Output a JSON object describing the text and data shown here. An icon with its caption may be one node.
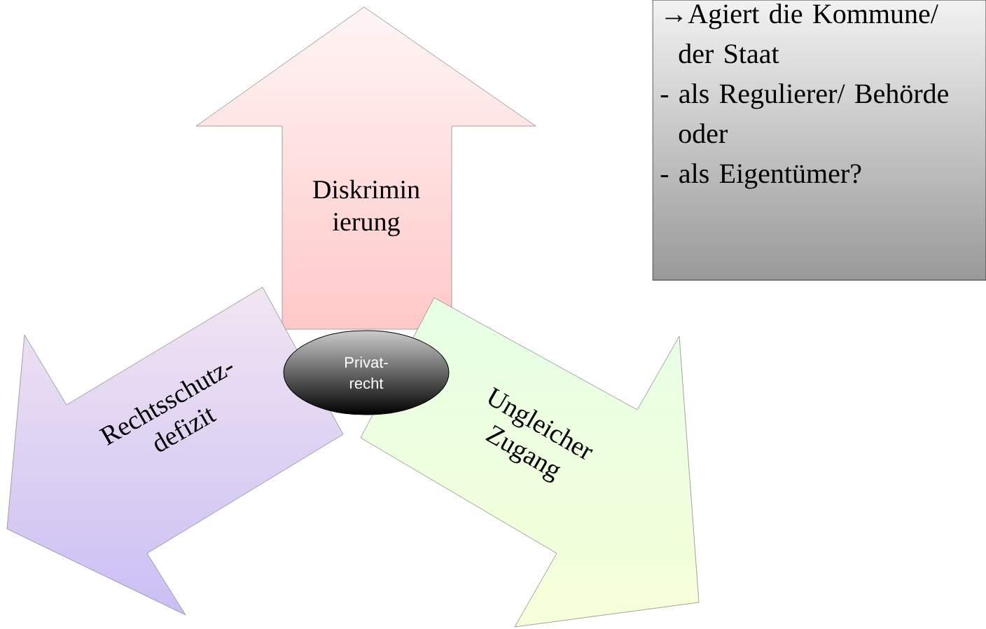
{
  "diagram": {
    "nodes": [
      {
        "text": [
          "Diskrimin ierung"
        ]
      },
      {
        "text": [
          "Rechtsschutz- defizit"
        ]
      },
      {
        "text": [
          "Ungleicher Zugang"
        ]
      },
      {
        "text": [
          "Privat- recht"
        ]
      },
      {
        "text": [
          "→Agiert die Kommune/ der Staat",
          "- als Regulierer/ Behörde oder",
          "- als Eigentümer?"
        ]
      }
    ]
  }
}
